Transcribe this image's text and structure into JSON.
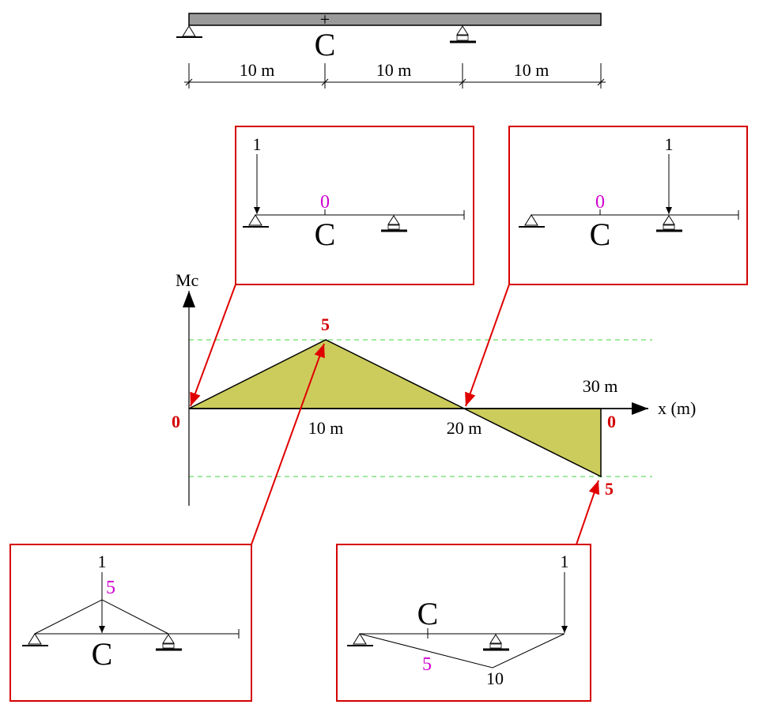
{
  "beam": {
    "point_label": "C",
    "plus_sign": "+",
    "spans": [
      "10 m",
      "10 m",
      "10 m"
    ]
  },
  "graph": {
    "y_axis_label": "Mc",
    "x_axis_label": "x (m)",
    "origin_value": "0",
    "peak_value": "5",
    "end_zero_value": "0",
    "end_negative_value": "5",
    "x_ticks": [
      "10 m",
      "20 m",
      "30 m"
    ],
    "fill_color": "#cccc5c"
  },
  "chart_data": {
    "type": "line",
    "x": [
      0,
      10,
      20,
      30,
      30
    ],
    "y": [
      0,
      5,
      0,
      -5,
      0
    ],
    "ylabel": "Mc",
    "xlabel": "x (m)"
  },
  "panels": {
    "top_left": {
      "load": "1",
      "value": "0",
      "point": "C"
    },
    "top_right": {
      "load": "1",
      "value": "0",
      "point": "C"
    },
    "bottom_left": {
      "load": "1",
      "value": "5",
      "point": "C"
    },
    "bottom_right": {
      "load": "1",
      "value": "5",
      "point": "C",
      "tip_value": "10"
    }
  },
  "colors": {
    "box": "#d40000",
    "arrow": "#e00000",
    "magenta": "#d000d0",
    "guide": "#66dd66"
  }
}
